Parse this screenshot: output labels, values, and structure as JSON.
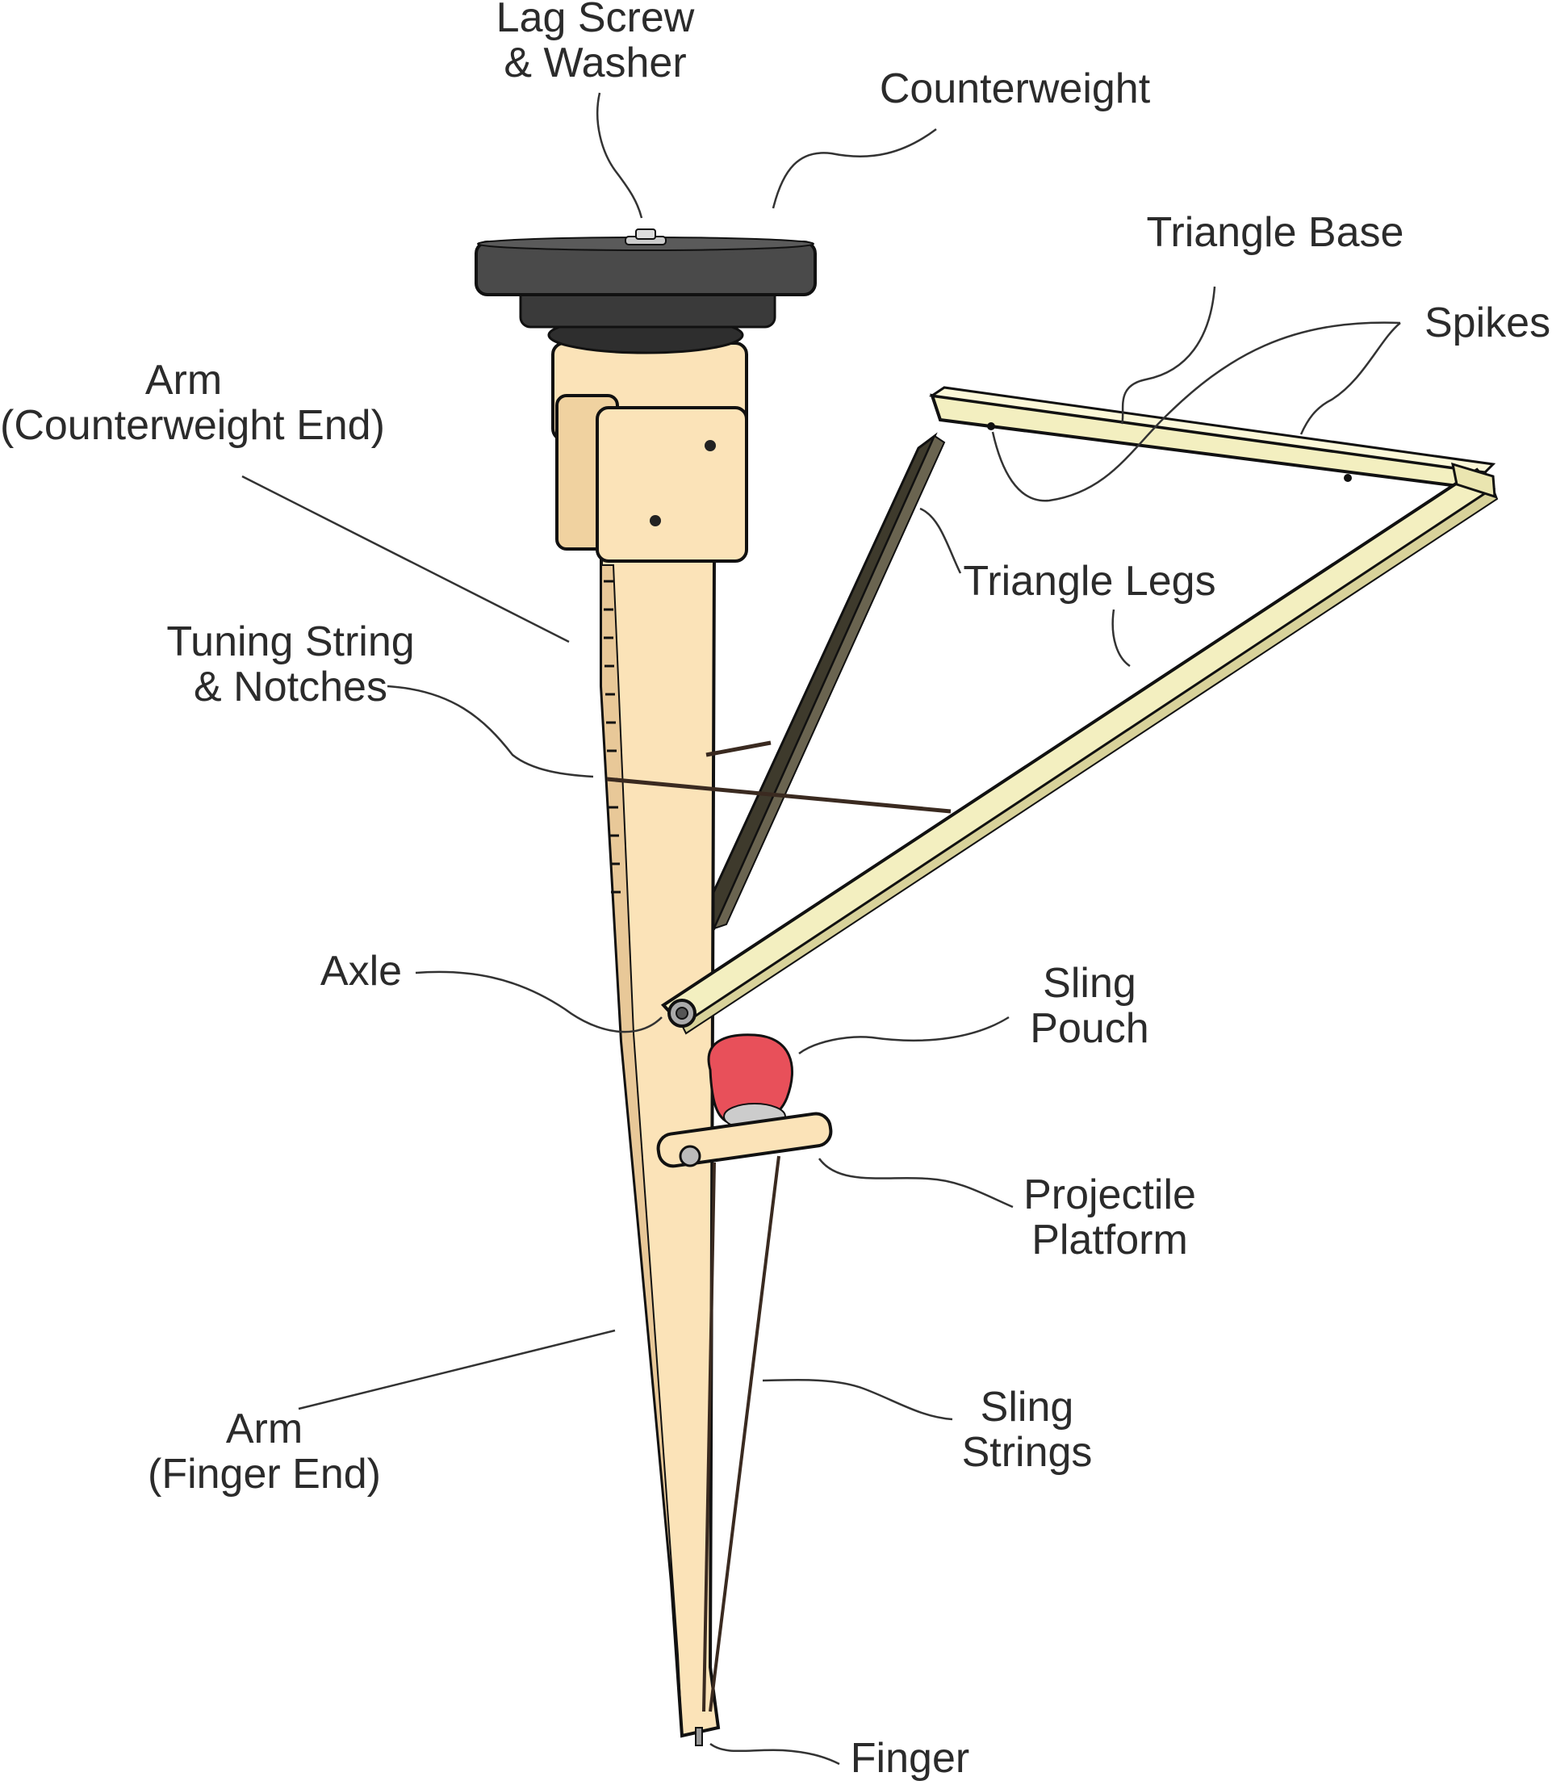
{
  "labels": {
    "lag_screw": [
      "Lag Screw",
      "& Washer"
    ],
    "counterweight": [
      "Counterweight"
    ],
    "triangle_base": [
      "Triangle Base"
    ],
    "spikes": [
      "Spikes"
    ],
    "arm_cw_end": [
      "Arm",
      "(Counterweight End)"
    ],
    "triangle_legs": [
      "Triangle Legs"
    ],
    "tuning_string": [
      "Tuning String",
      "& Notches"
    ],
    "axle": [
      "Axle"
    ],
    "sling_pouch": [
      "Sling",
      "Pouch"
    ],
    "projectile_platform": [
      "Projectile",
      "Platform"
    ],
    "arm_finger_end": [
      "Arm",
      "(Finger End)"
    ],
    "sling_strings": [
      "Sling",
      "Strings"
    ],
    "finger": [
      "Finger"
    ]
  },
  "colors": {
    "wood": "#fbe3b8",
    "wood_shade": "#e8c898",
    "triangle_wood": "#f3efc0",
    "triangle_dark": "#3e3a2c",
    "counterweight": "#4a4a4a",
    "pouch": "#e8505a",
    "leader_line": "#333333"
  }
}
